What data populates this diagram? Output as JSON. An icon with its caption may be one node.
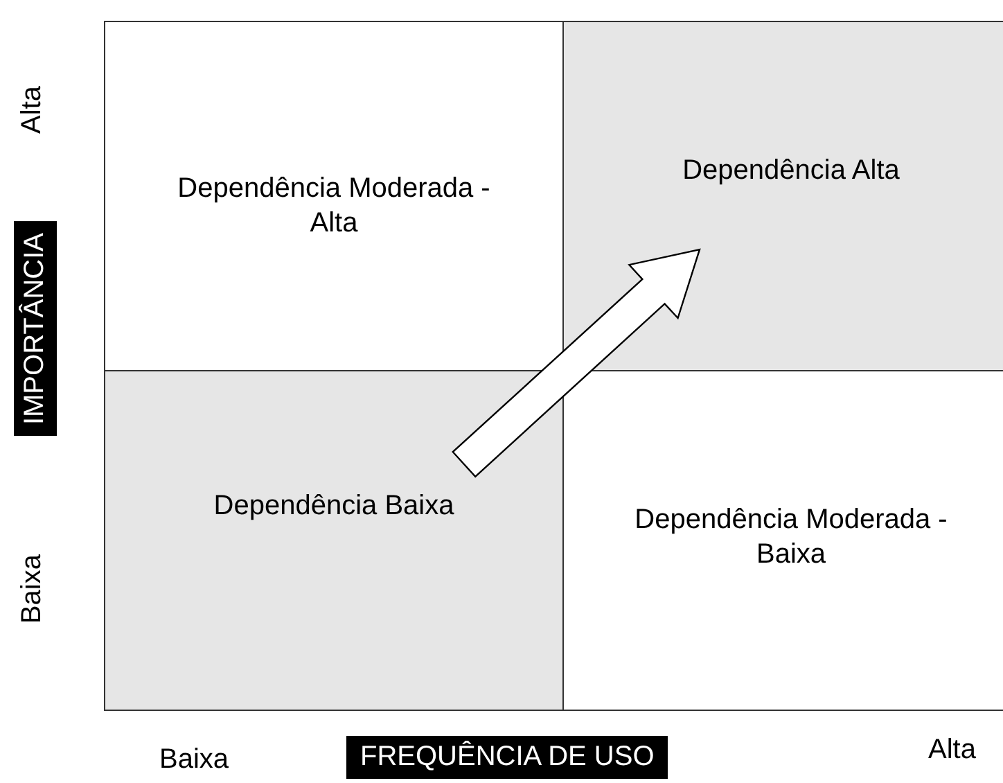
{
  "diagram": {
    "nodes": [
      {
        "text": [
          "Dependência Moderada - Alta"
        ]
      },
      {
        "text": [
          "Dependência Alta"
        ]
      },
      {
        "text": [
          "Dependência Baixa"
        ]
      },
      {
        "text": [
          "Dependência Moderada - Baixa"
        ]
      }
    ],
    "edges": [
      {
        "from": 2,
        "to": 1,
        "arrow": "to"
      }
    ],
    "labels": [
      "Alta",
      "IMPORTÂNCIA",
      "Baixa",
      "Baixa",
      "FREQUÊNCIA DE USO",
      "Alta"
    ]
  }
}
